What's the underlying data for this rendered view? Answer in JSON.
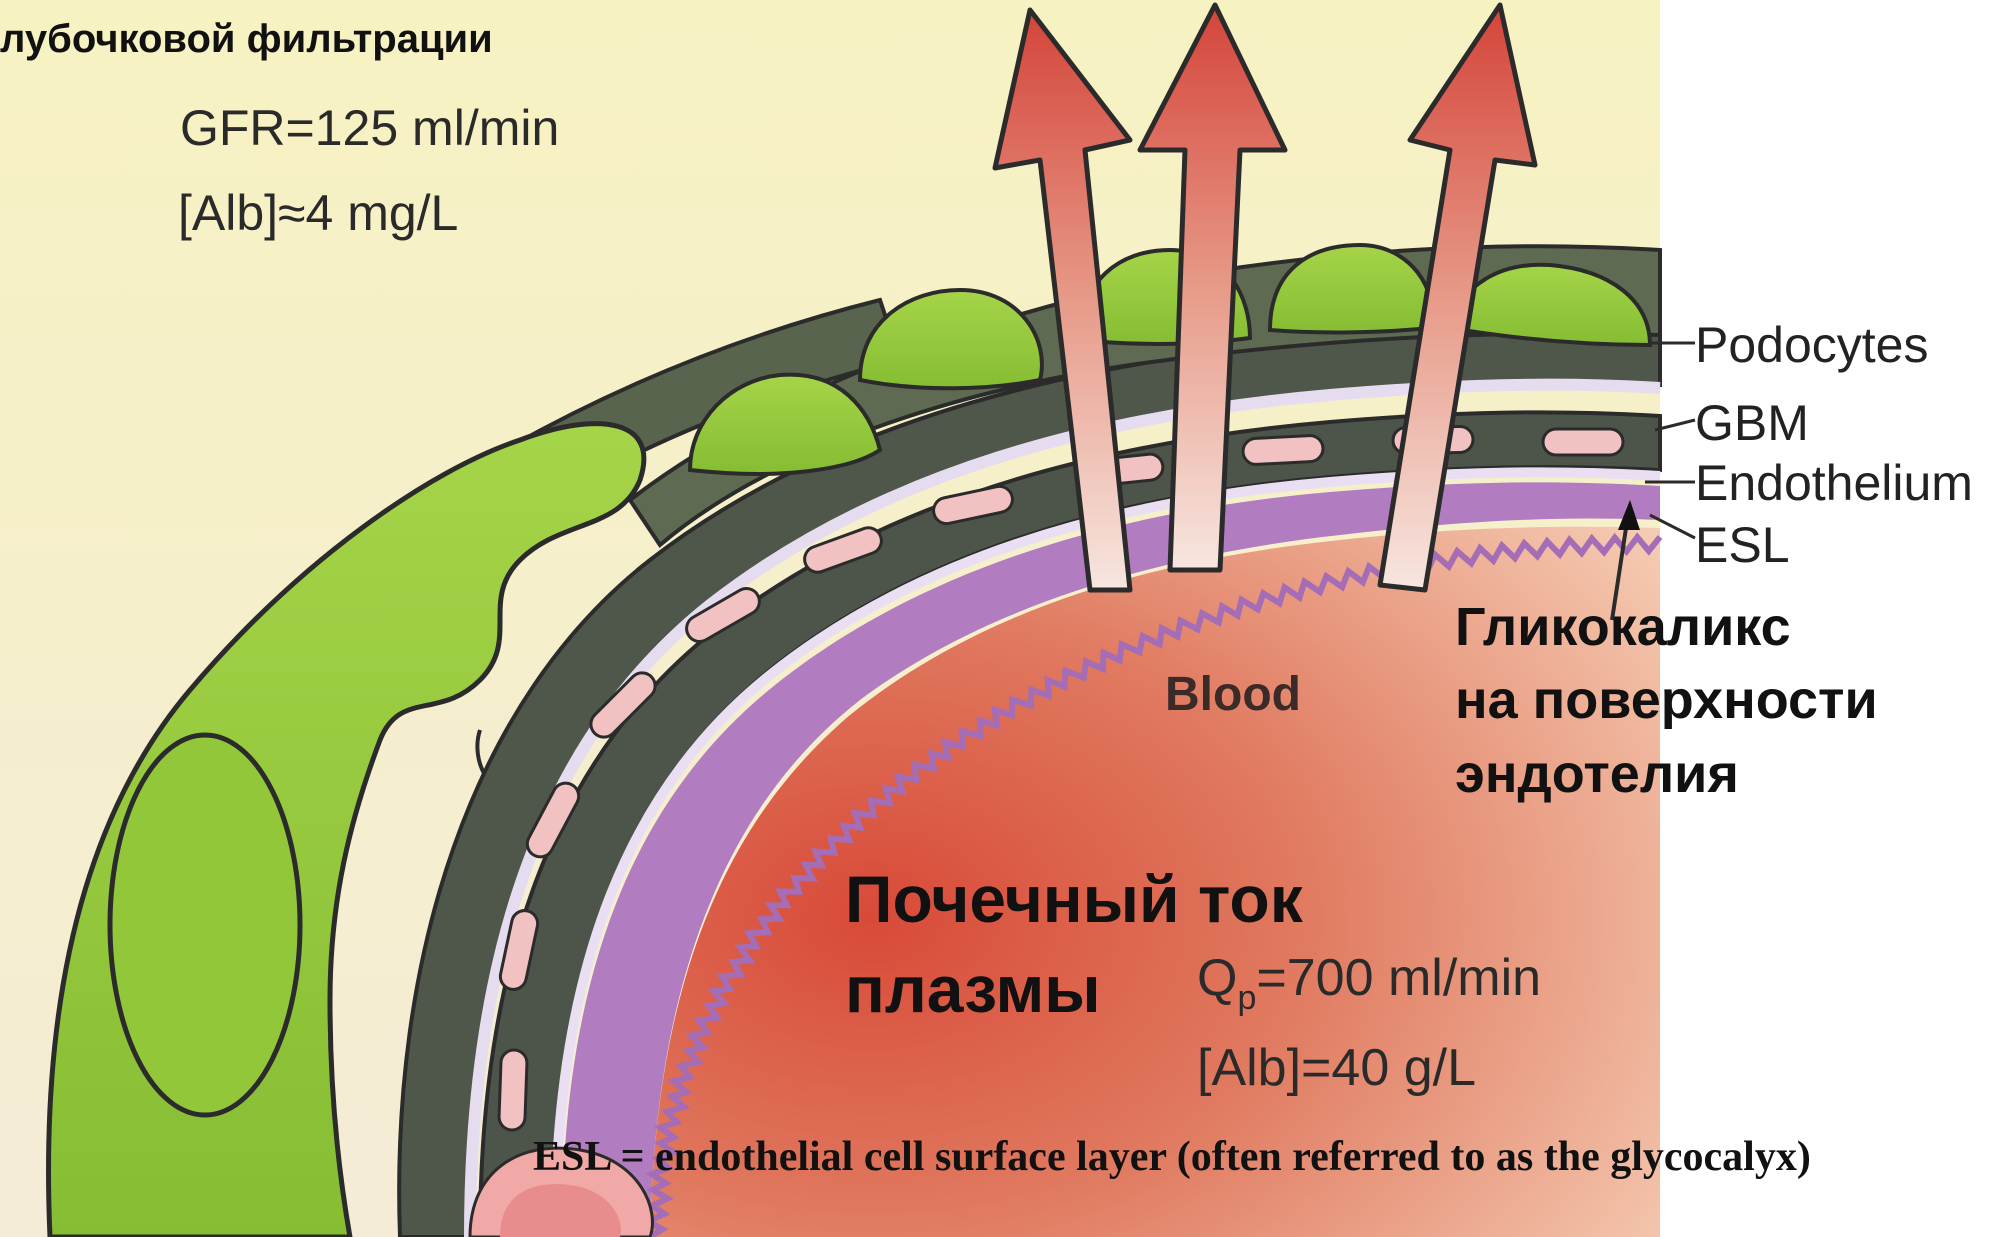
{
  "heading_partial": "лубочковой фильтрации",
  "gfr_text": "GFR=125 ml/min",
  "alb_urine_text": "[Alb]≈4 mg/L",
  "labels": {
    "podocytes": "Podocytes",
    "gbm": "GBM",
    "endothelium": "Endothelium",
    "esl": "ESL",
    "blood": "Blood"
  },
  "glycocalyx_caption": [
    "Гликокаликс",
    "на поверхности",
    "эндотелия"
  ],
  "plasma_flow_caption": [
    "Почечный ток",
    "плазмы"
  ],
  "plasma_flow_value": {
    "symbol": "Q",
    "subscript": "p",
    "rest": "=700 ml/min"
  },
  "alb_plasma_text": "[Alb]=40 g/L",
  "footnote": "ESL = endothelial cell surface layer (often referred to as the glycocalyx)",
  "colors": {
    "background": "#f7f2c6",
    "podocyte_green": "#95c93d",
    "podocyte_outline": "#2b2b2b",
    "gbm_dark": "#555e4e",
    "esl_purple": "#b07bbf",
    "endothelium_pink": "#f3c3c3",
    "blood_red": "#d4503e",
    "blood_pale": "#f2c0a4",
    "arrow_red": "#d7493c",
    "arrow_pale": "#f6dcd2"
  }
}
